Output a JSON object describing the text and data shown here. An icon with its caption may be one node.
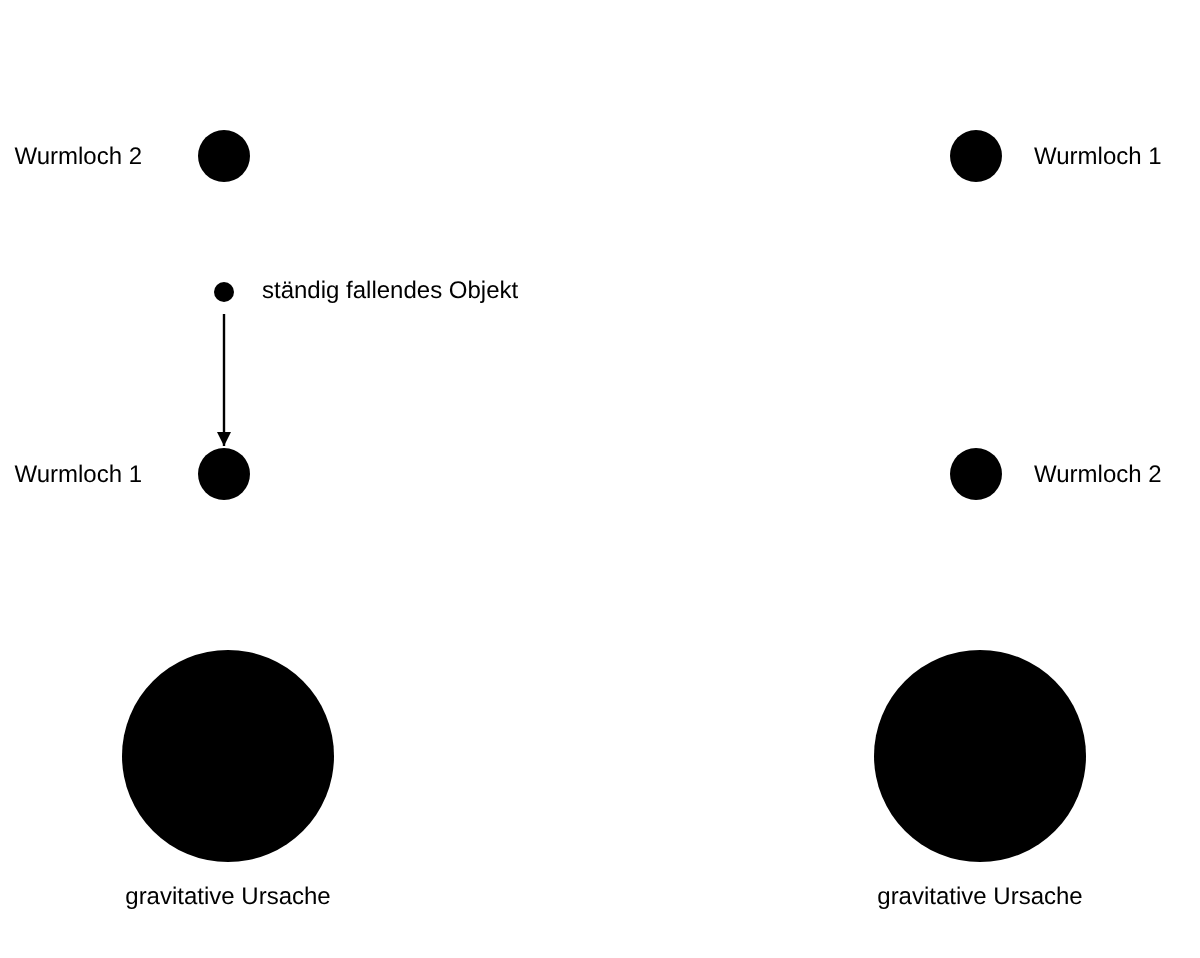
{
  "diagram": {
    "nodes": [
      {
        "text": [],
        "shape": "circle",
        "beside": [
          "Wurmloch 2"
        ]
      },
      {
        "text": [],
        "shape": "circle",
        "beside": [
          "Wurmloch 1"
        ]
      },
      {
        "text": [],
        "shape": "circle",
        "beside": [
          "ständig fallendes Objekt"
        ]
      },
      {
        "text": [],
        "shape": "circle",
        "beside": [
          "Wurmloch 1"
        ]
      },
      {
        "text": [],
        "shape": "circle",
        "beside": [
          "Wurmloch 2"
        ]
      },
      {
        "text": [],
        "shape": "circle",
        "beside": [
          "gravitative Ursache"
        ]
      },
      {
        "text": [],
        "shape": "circle",
        "beside": [
          "gravitative Ursache"
        ]
      }
    ],
    "edges": [
      {
        "from": 2,
        "to": 3,
        "arrow": "to"
      }
    ]
  }
}
